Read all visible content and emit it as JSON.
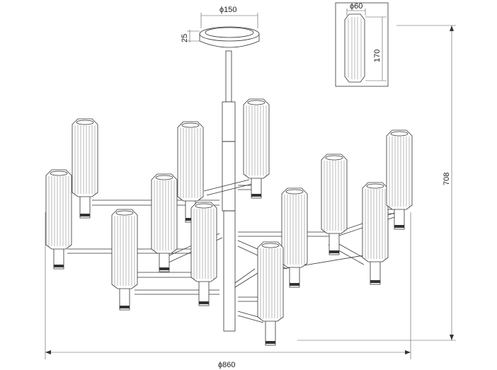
{
  "drawing": {
    "dimensions": {
      "canopy_diameter": "ϕ150",
      "canopy_height": "25",
      "shade_diameter": "ϕ60",
      "shade_height": "170",
      "overall_height": "708",
      "overall_diameter": "ϕ860"
    }
  }
}
